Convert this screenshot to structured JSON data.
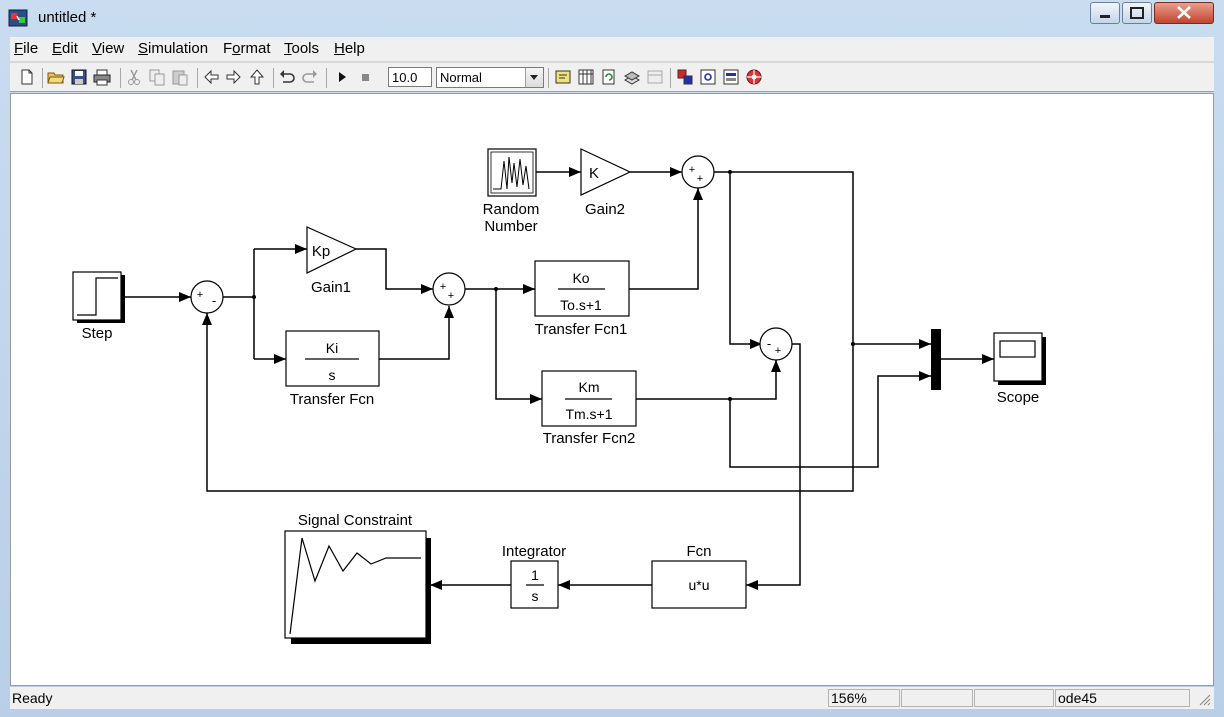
{
  "window": {
    "title": "untitled *"
  },
  "menu": {
    "file": "File",
    "file_rest": "ile",
    "edit": "Edit",
    "edit_rest": "dit",
    "view": "View",
    "view_rest": "iew",
    "simulation": "Simulation",
    "simulation_rest": "imulation",
    "format": "Format",
    "format_rest": "ormat",
    "tools": "Tools",
    "tools_rest": "ools",
    "help": "Help",
    "help_rest": "elp"
  },
  "toolbar": {
    "stop_time": "10.0",
    "sim_mode": "Normal"
  },
  "status": {
    "state": "Ready",
    "zoom": "156%",
    "solver": "ode45"
  },
  "blocks": {
    "step": {
      "label": "Step"
    },
    "random": {
      "label1": "Random",
      "label2": "Number"
    },
    "gain2": {
      "symbol": "K",
      "label": "Gain2"
    },
    "gain1": {
      "symbol": "Kp",
      "label": "Gain1"
    },
    "tf": {
      "num": "Ki",
      "den": "s",
      "label": "Transfer Fcn"
    },
    "tf1": {
      "num": "Ko",
      "den": "To.s+1",
      "label": "Transfer Fcn1"
    },
    "tf2": {
      "num": "Km",
      "den": "Tm.s+1",
      "label": "Transfer Fcn2"
    },
    "scope": {
      "label": "Scope"
    },
    "sigcon": {
      "label": "Signal Constraint"
    },
    "integrator": {
      "num": "1",
      "den": "s",
      "label": "Integrator"
    },
    "fcn": {
      "expr": "u*u",
      "label": "Fcn"
    },
    "sum_plus": "+",
    "sum_minus": "-"
  },
  "colors": {
    "title_bar": "#c9dcf0",
    "canvas": "#ffffff",
    "close_button": "#c1432e"
  }
}
